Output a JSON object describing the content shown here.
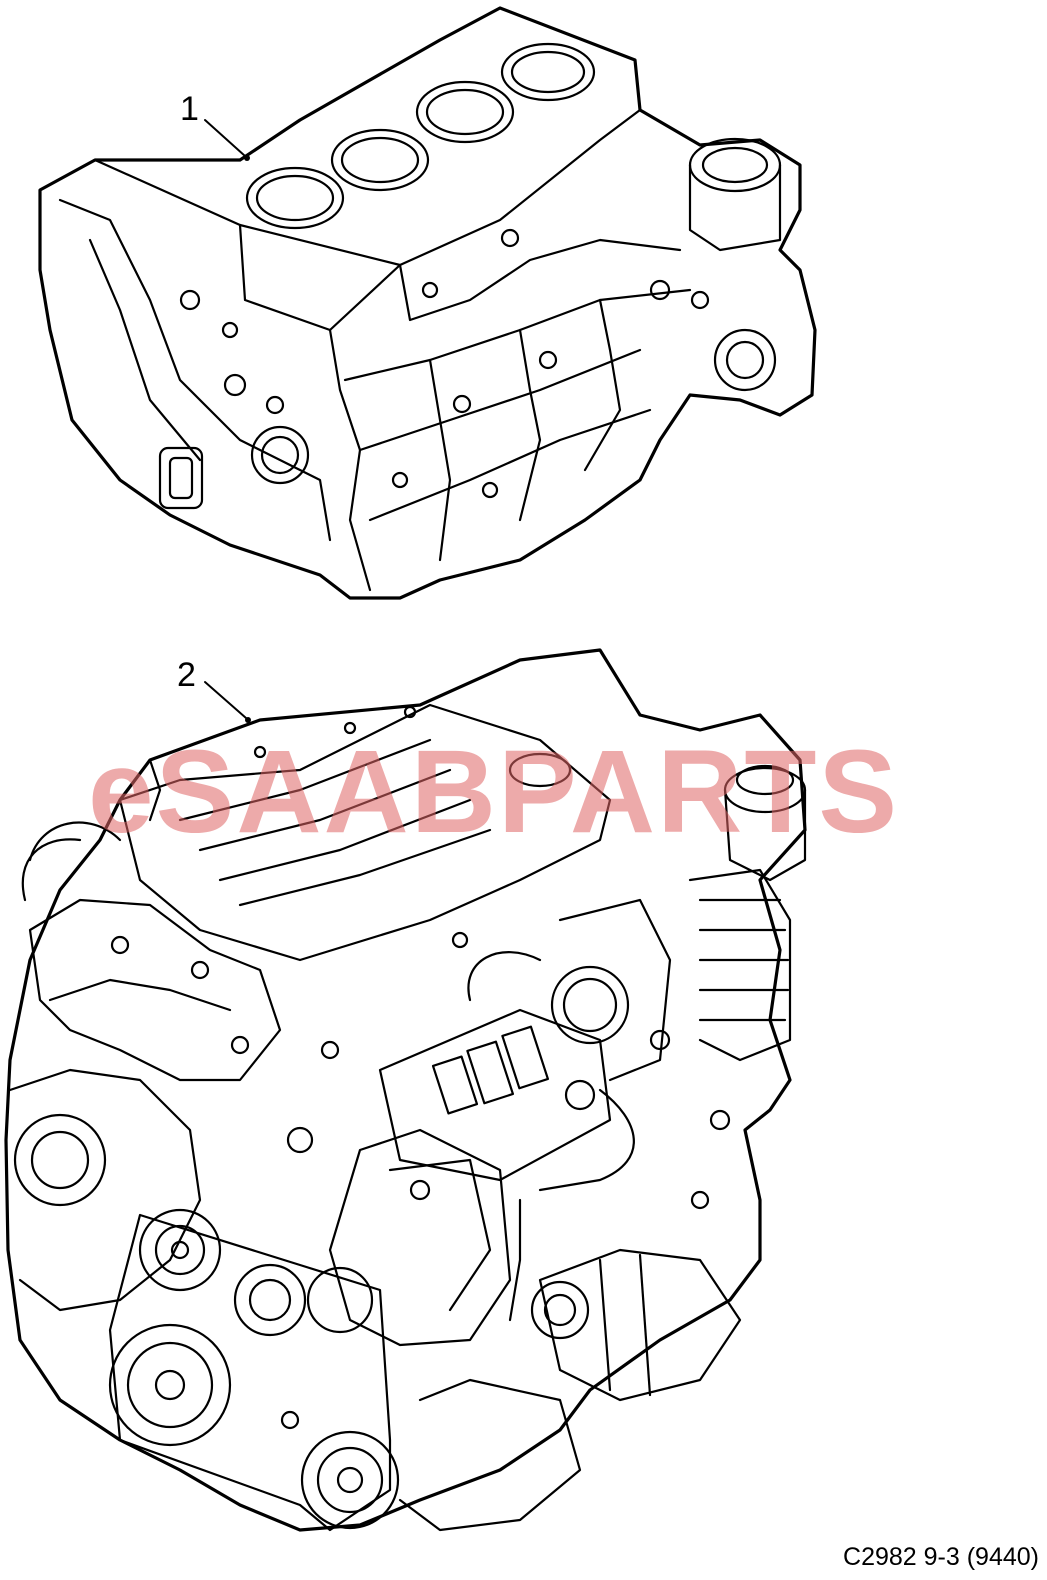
{
  "callouts": [
    {
      "id": "1",
      "label": "1"
    },
    {
      "id": "2",
      "label": "2"
    }
  ],
  "watermark": {
    "text": "eSAABPARTS",
    "color": "#e06666"
  },
  "figure_reference": "C2982 9-3 (9440)",
  "colors": {
    "line": "#000000",
    "background": "#ffffff"
  }
}
